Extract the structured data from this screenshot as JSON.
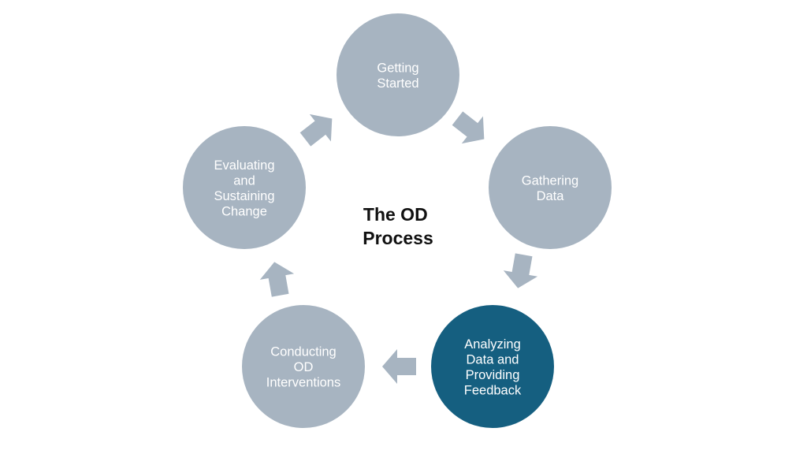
{
  "diagram": {
    "title_lines": [
      "The OD",
      "Process"
    ],
    "colors": {
      "node_default": "#a7b4c1",
      "node_highlight": "#155f80",
      "arrow": "#a7b4c1",
      "label": "#ffffff",
      "title": "#111111",
      "background": "#ffffff"
    },
    "steps": [
      {
        "id": "getting-started",
        "lines": [
          "Getting",
          "Started"
        ],
        "highlighted": false
      },
      {
        "id": "gathering-data",
        "lines": [
          "Gathering",
          "Data"
        ],
        "highlighted": false
      },
      {
        "id": "analyzing-data",
        "lines": [
          "Analyzing",
          "Data and",
          "Providing",
          "Feedback"
        ],
        "highlighted": true
      },
      {
        "id": "conducting-interventions",
        "lines": [
          "Conducting",
          "OD",
          "Interventions"
        ],
        "highlighted": false
      },
      {
        "id": "evaluating-change",
        "lines": [
          "Evaluating",
          "and",
          "Sustaining",
          "Change"
        ],
        "highlighted": false
      }
    ],
    "flow": "clockwise"
  }
}
